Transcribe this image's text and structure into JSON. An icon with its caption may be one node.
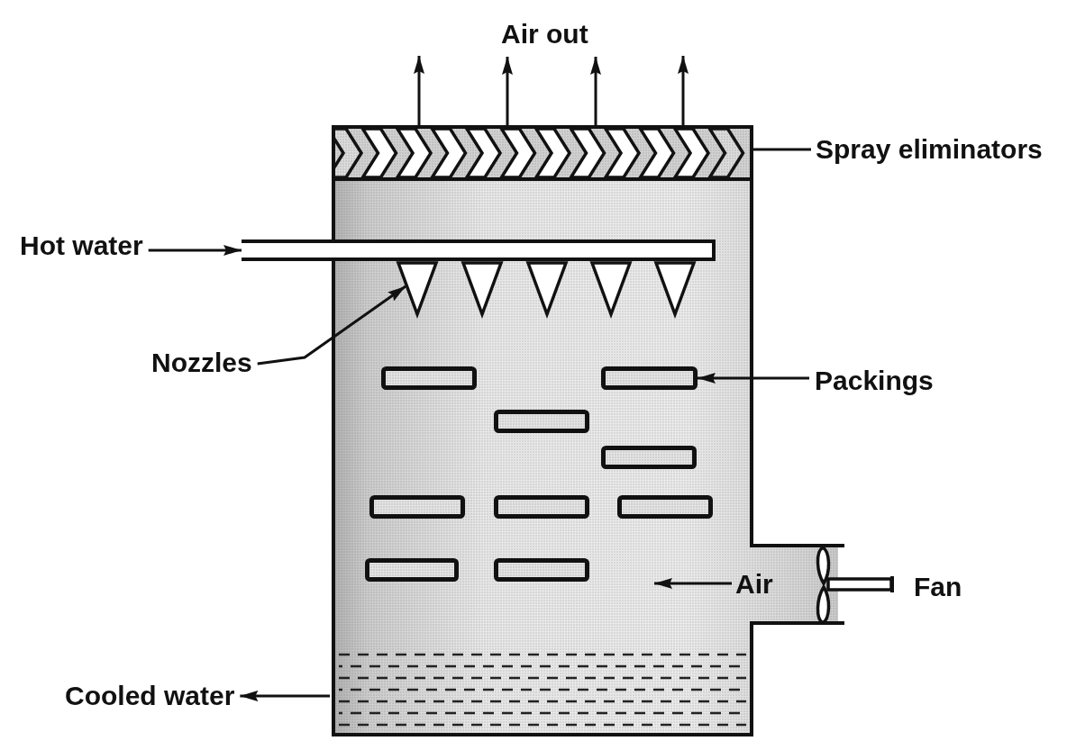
{
  "diagram": {
    "nodes": [
      {
        "text": [
          "Air out"
        ]
      },
      {
        "text": [],
        "shape": "box"
      },
      {
        "text": [],
        "shape": "band",
        "in": 1
      },
      {
        "text": [
          "Spray eliminators"
        ]
      },
      {
        "text": [
          "Hot water"
        ]
      },
      {
        "text": [],
        "shape": "pipe"
      },
      {
        "text": [],
        "shape": "triangle",
        "in": 1
      },
      {
        "text": [],
        "shape": "triangle",
        "in": 1
      },
      {
        "text": [],
        "shape": "triangle",
        "in": 1
      },
      {
        "text": [],
        "shape": "triangle",
        "in": 1
      },
      {
        "text": [],
        "shape": "triangle",
        "in": 1
      },
      {
        "text": [
          "Nozzles"
        ]
      },
      {
        "text": [],
        "shape": "bar",
        "in": 1
      },
      {
        "text": [],
        "shape": "bar",
        "in": 1
      },
      {
        "text": [
          "Packings"
        ]
      },
      {
        "text": [],
        "shape": "bar",
        "in": 1
      },
      {
        "text": [],
        "shape": "bar",
        "in": 1
      },
      {
        "text": [],
        "shape": "bar",
        "in": 1
      },
      {
        "text": [],
        "shape": "bar",
        "in": 1
      },
      {
        "text": [],
        "shape": "bar",
        "in": 1
      },
      {
        "text": [],
        "shape": "bar",
        "in": 1
      },
      {
        "text": [],
        "shape": "bar",
        "in": 1
      },
      {
        "text": [
          "Air"
        ],
        "in": 1
      },
      {
        "text": [
          "Cooled water"
        ]
      }
    ],
    "edges": [
      {
        "from": 2,
        "to": null,
        "arrow": "to"
      },
      {
        "from": 2,
        "to": 0,
        "arrow": "to"
      },
      {
        "from": 2,
        "to": 0,
        "arrow": "to"
      },
      {
        "from": 2,
        "to": null,
        "arrow": "to"
      },
      {
        "from": 3,
        "to": 2,
        "arrow": "none"
      },
      {
        "from": 4,
        "to": 5,
        "arrow": "to"
      },
      {
        "from": 11,
        "to": 6,
        "arrow": "to"
      },
      {
        "from": 14,
        "to": 13,
        "arrow": "to"
      },
      {
        "from": 22,
        "to": null,
        "arrow": "to"
      },
      {
        "from": 1,
        "to": 23,
        "arrow": "to"
      }
    ],
    "labels": [
      "Fan"
    ]
  }
}
